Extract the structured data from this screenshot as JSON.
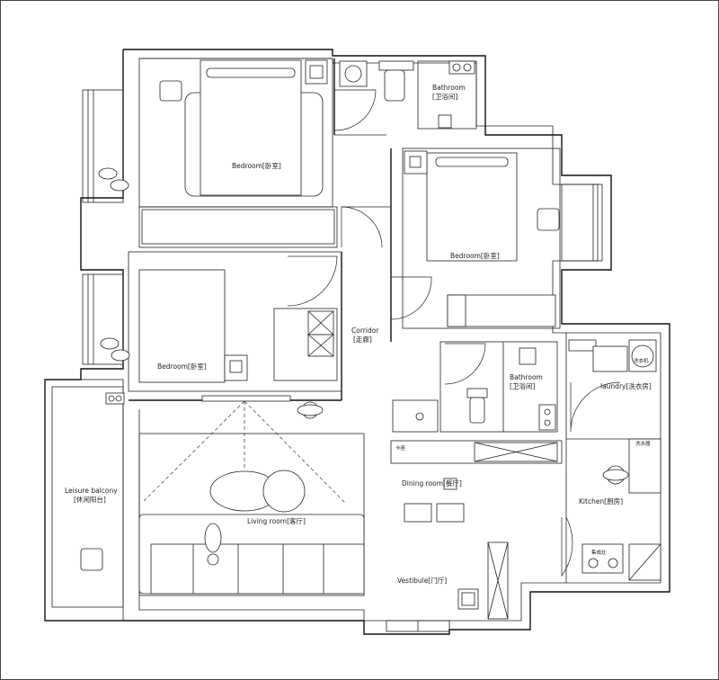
{
  "rooms": {
    "bedroom_top": "Bedroom[卧室]",
    "bedroom_right": "Bedroom[卧室]",
    "bedroom_left": "Bedroom[卧室]",
    "bathroom_top_en": "Bathroom",
    "bathroom_top_cn": "[卫浴间]",
    "bathroom_mid_en": "Bathroom",
    "bathroom_mid_cn": "[卫浴间]",
    "corridor_en": "Corridor",
    "corridor_cn": "[走廊]",
    "laundry": "laundry[洗衣房]",
    "leisure_en": "Leisure balcony",
    "leisure_cn": "[休闲阳台]",
    "living": "Living room[客厅]",
    "dining": "Dining room[餐厅]",
    "kitchen": "Kitchen[厨房]",
    "vestibule": "Vestibule[门厅]"
  },
  "fixtures": {
    "card_table": "卡座",
    "washer": "洗衣机",
    "sink": "洗水器",
    "stove": "集成灶"
  }
}
